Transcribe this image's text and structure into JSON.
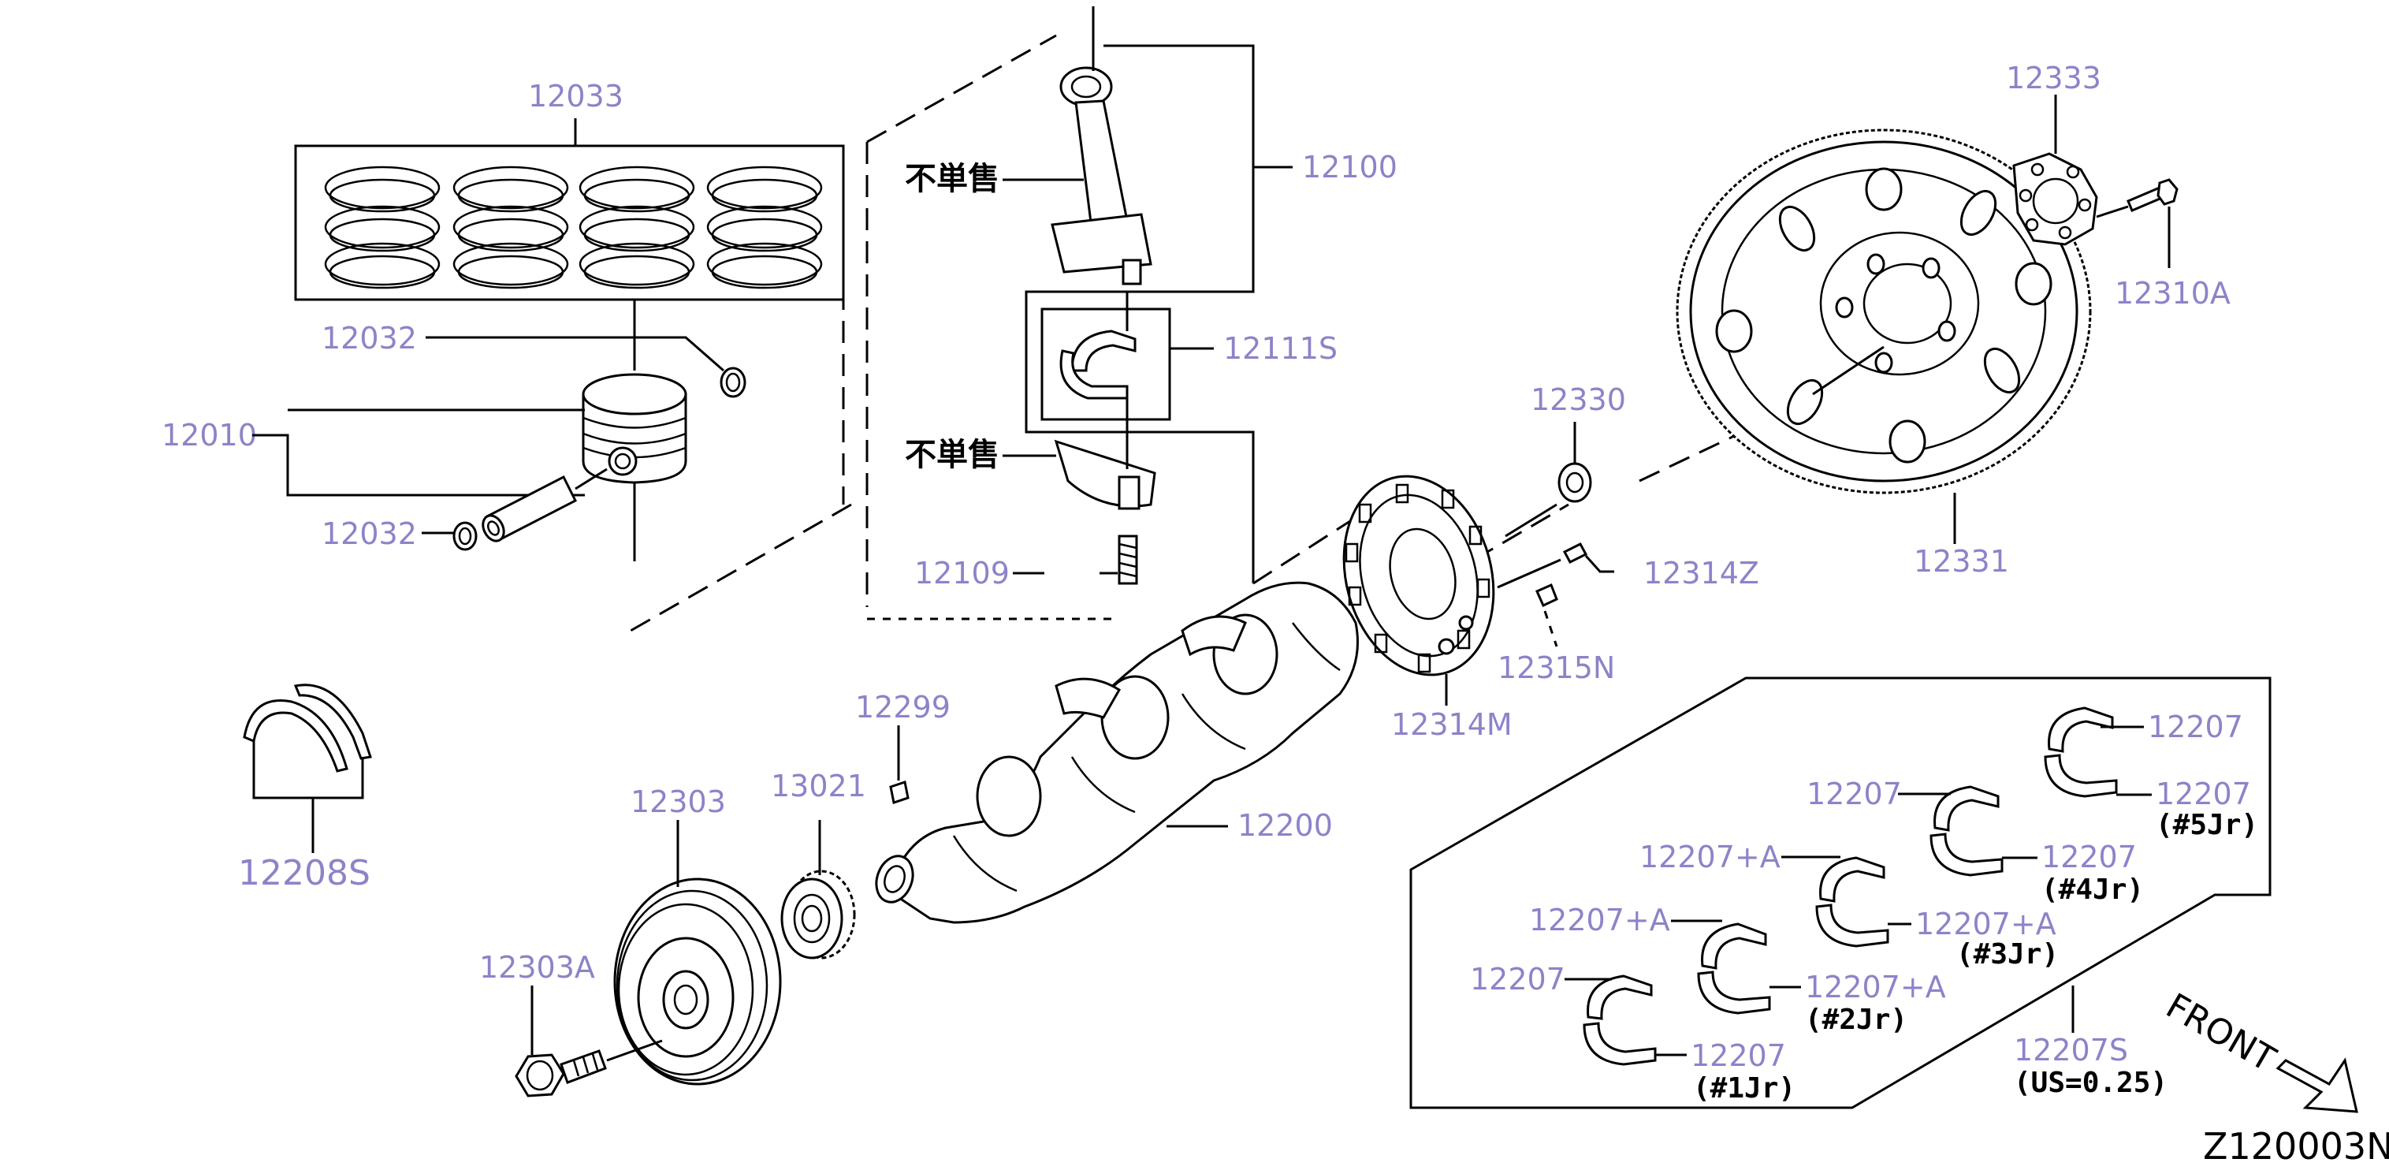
{
  "diagram_code": "Z120003N",
  "note_not_sold_separately": "不単售",
  "front_label": "FRONT",
  "parts": {
    "piston_ring_set": "12033",
    "piston_pin_snap_ring_upper": "12032",
    "piston": "12010",
    "piston_pin_snap_ring_lower": "12032",
    "connecting_rod": "12100",
    "conrod_bearing_set": "12111S",
    "conrod_bolt": "12109",
    "thrust_washer": "12208S",
    "crank_pulley": "12303",
    "pulley_bolt": "12303A",
    "sprocket": "13021",
    "key": "12299",
    "crankshaft": "12200",
    "signal_plate": "12314M",
    "signal_plate_bolt": "12315N",
    "pilot_bushing": "12330",
    "dowel_pin": "12314Z",
    "flywheel": "12331",
    "reinforcement_plate": "12333",
    "flywheel_bolt": "12310A",
    "main_bearing_set": "12207S",
    "main_bearing_set_note": "(US=0.25)"
  },
  "main_bearings": {
    "jr1_upper": "12207",
    "jr1_lower": "12207",
    "jr1_label": "(#1Jr)",
    "jr2_upper": "12207+A",
    "jr2_lower": "12207+A",
    "jr2_label": "(#2Jr)",
    "jr3_upper": "12207+A",
    "jr3_lower": "12207+A",
    "jr3_label": "(#3Jr)",
    "jr4_upper": "12207",
    "jr4_lower": "12207",
    "jr4_label": "(#4Jr)",
    "jr5_upper": "12207",
    "jr5_lower": "12207",
    "jr5_label": "(#5Jr)"
  }
}
